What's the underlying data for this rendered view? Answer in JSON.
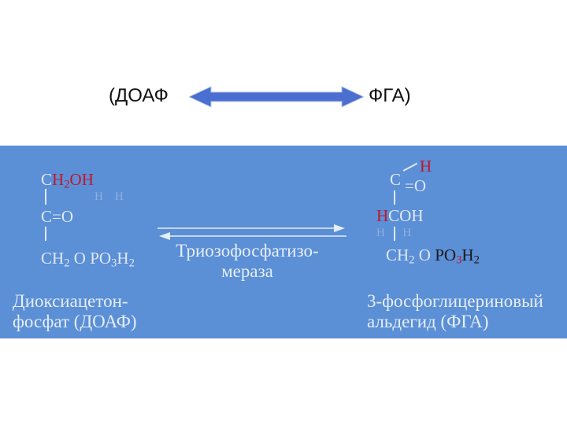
{
  "header": {
    "left": "(ДОАФ",
    "right": "ФГА)",
    "arrow_color": "#4a6fd1"
  },
  "left_molecule": {
    "row1_c": "C",
    "row1_h": "H",
    "row1_sub": "2",
    "row1_oh": "OH",
    "row2": "C",
    "row2_eq": "=",
    "row2_o": "O",
    "row3_ch": "CH",
    "row3_sub": "2",
    "row3_o": "O PO",
    "row3_sub2": "3",
    "row3_h": "H",
    "row3_sub3": "2",
    "name_line1": "Диоксиацетон-",
    "name_line2": "фосфат  (ДОАФ)"
  },
  "enzyme": {
    "line1": "Триозофосфатизо-",
    "line2": "мераза"
  },
  "right_molecule": {
    "row1_c": "C",
    "row1_h": "H",
    "row2_eq": "=",
    "row2_o": "O",
    "row3_h": "H",
    "row3_coh": "COH",
    "row4_ch": "CH",
    "row4_sub": "2",
    "row4_o": "O",
    "row4_po": "PO",
    "row4_sub2": "3",
    "row4_h": "H",
    "row4_sub3": "2",
    "name_line1": "3-фосфоглицериновый",
    "name_line2": "альдегид  (ФГА)"
  }
}
